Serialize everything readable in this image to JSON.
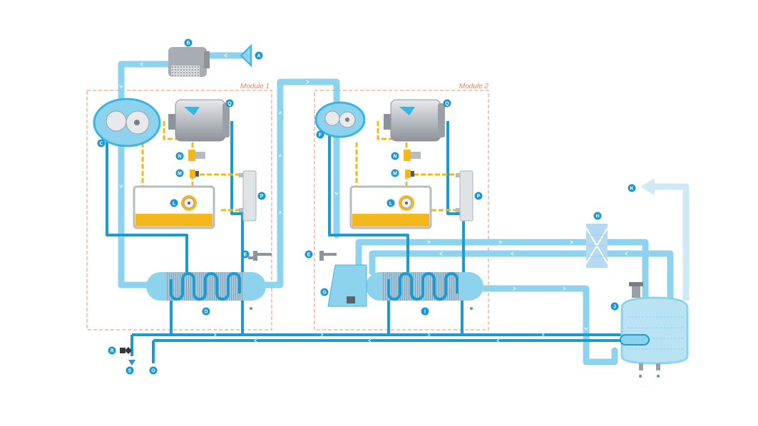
{
  "modules": [
    {
      "label": "Module 1"
    },
    {
      "label": "Module 2"
    }
  ],
  "markers": {
    "A": "A",
    "B": "B",
    "C": "C",
    "D": "D",
    "E": "E",
    "F": "F",
    "G": "G",
    "H": "H",
    "I": "I",
    "J": "J",
    "K": "K",
    "L": "L",
    "M": "M",
    "N": "N",
    "O": "O",
    "P": "P",
    "Q": "Q",
    "R": "R",
    "S": "S"
  },
  "colors": {
    "air_pipe": "#8ed3ee",
    "air_pipe_dark": "#3cb4e2",
    "water_pipe": "#1b9bd1",
    "oil": "#f4b81c",
    "module_border": "#ec8c73",
    "badge": "#1b96cf",
    "drain": "#4db34a"
  }
}
